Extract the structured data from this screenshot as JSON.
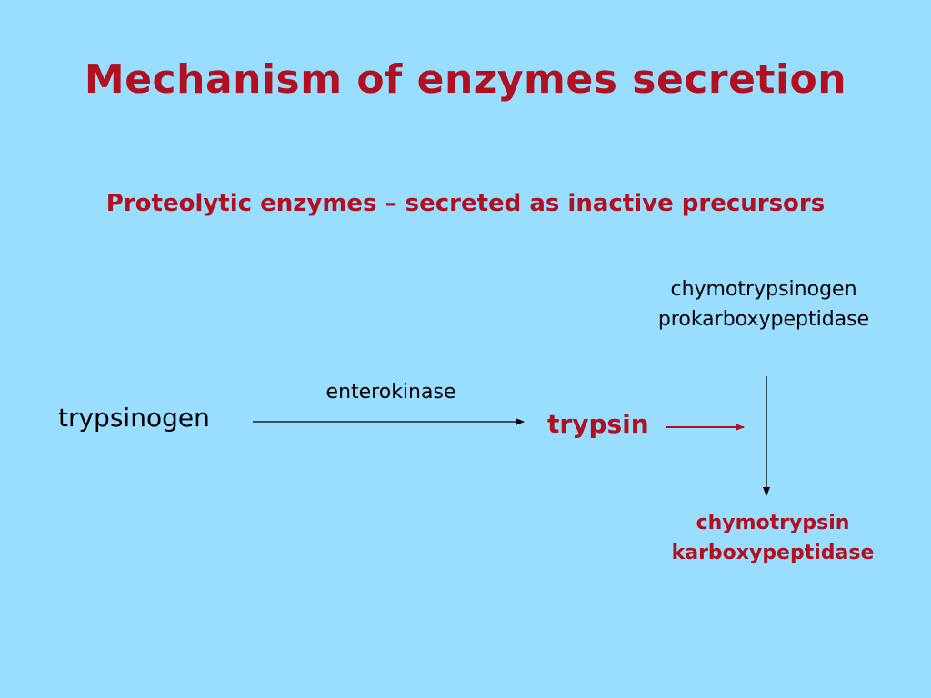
{
  "colors": {
    "background": "#99DDFF",
    "title": "#B01020",
    "text": "#000000",
    "arrow": "#000000",
    "arrow_trypsin": "#B01020"
  },
  "slide": {
    "title": "Mechanism of enzymes secretion",
    "subtitle": "Proteolytic enzymes – secreted as inactive precursors"
  },
  "diagram": {
    "precursor": "trypsinogen",
    "activator": "enterokinase",
    "active_enzyme": "trypsin",
    "targets_inactive": [
      "chymotrypsinogen",
      "prokarboxypeptidase"
    ],
    "targets_active": [
      "chymotrypsin",
      "karboxypeptidase"
    ]
  }
}
